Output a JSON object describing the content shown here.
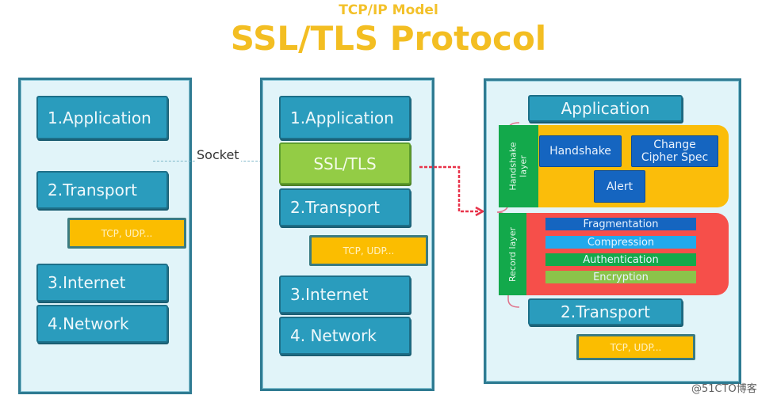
{
  "header": {
    "subtitle": "TCP/IP Model",
    "title": "SSL/TLS Protocol"
  },
  "left_stack": {
    "layers": [
      {
        "label": "1.Application"
      },
      {
        "label": "2.Transport"
      },
      {
        "label": "3.Internet"
      },
      {
        "label": "4.Network"
      }
    ],
    "transport_protocols": "TCP, UDP..."
  },
  "socket_label": "Socket",
  "middle_stack": {
    "layers": [
      {
        "label": "1.Application"
      },
      {
        "label": "SSL/TLS"
      },
      {
        "label": "2.Transport"
      },
      {
        "label": "3.Internet"
      },
      {
        "label": "4. Network"
      }
    ],
    "transport_protocols": "TCP, UDP..."
  },
  "right_stack": {
    "application_label": "Application",
    "handshake_layer": {
      "label": "Handshake layer",
      "protocols": [
        "Handshake",
        "Change Cipher Spec",
        "Alert"
      ]
    },
    "record_layer": {
      "label": "Record layer",
      "functions": [
        {
          "label": "Fragmentation",
          "color": "#1565c0"
        },
        {
          "label": "Compression",
          "color": "#21a9ec"
        },
        {
          "label": "Authentication",
          "color": "#13a94b"
        },
        {
          "label": "Encryption",
          "color": "#8bc34a"
        }
      ]
    },
    "transport_label": "2.Transport",
    "transport_protocols": "TCP, UDP..."
  },
  "colors": {
    "title": "#f3be22",
    "layer": "#2a9cbd",
    "ssl_tls": "#93cc45",
    "tcp_udp": "#fbbd00",
    "handshake_area": "#fbbd0a",
    "record_area": "#f64f4a",
    "side_label": "#13a94b",
    "arrow": "#e8334a"
  },
  "watermark": "@51CTO博客"
}
